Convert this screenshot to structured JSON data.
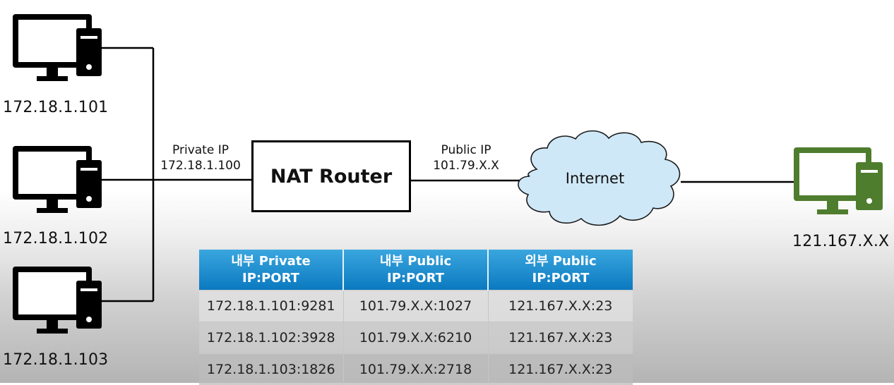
{
  "hosts": [
    {
      "ip": "172.18.1.101"
    },
    {
      "ip": "172.18.1.102"
    },
    {
      "ip": "172.18.1.103"
    }
  ],
  "router": {
    "label": "NAT Router",
    "private_side": {
      "title": "Private IP",
      "ip": "172.18.1.100"
    },
    "public_side": {
      "title": "Public IP",
      "ip": "101.79.X.X"
    }
  },
  "cloud": {
    "label": "Internet"
  },
  "remote": {
    "ip": "121.167.X.X",
    "color": "#4f7d2e"
  },
  "table": {
    "headers": [
      {
        "line1": "내부 Private",
        "line2": "IP:PORT"
      },
      {
        "line1": "내부 Public",
        "line2": "IP:PORT"
      },
      {
        "line1": "외부 Public",
        "line2": "IP:PORT"
      }
    ],
    "rows": [
      [
        "172.18.1.101:9281",
        "101.79.X.X:1027",
        "121.167.X.X:23"
      ],
      [
        "172.18.1.102:3928",
        "101.79.X.X:6210",
        "121.167.X.X:23"
      ],
      [
        "172.18.1.103:1826",
        "101.79.X.X:2718",
        "121.167.X.X:23"
      ]
    ],
    "header_color": "#1a8fd3"
  }
}
